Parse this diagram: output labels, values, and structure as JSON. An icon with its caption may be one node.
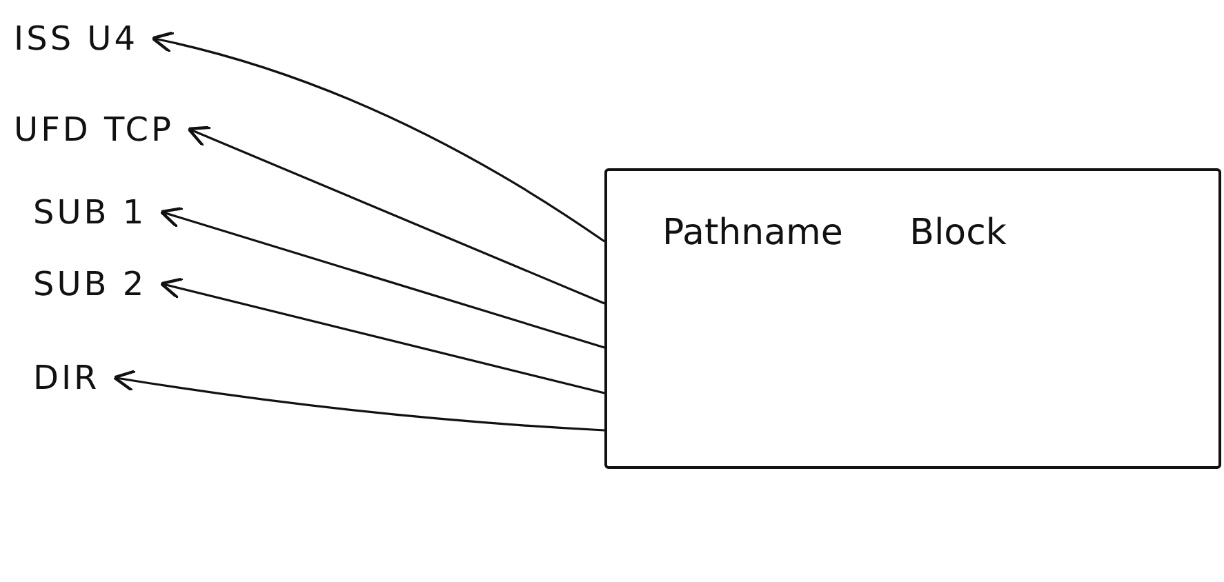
{
  "diagram": {
    "nodes": [
      {
        "text": [
          "ISS U4"
        ]
      },
      {
        "text": [
          "UFD TCP"
        ]
      },
      {
        "text": [
          "SUB 1"
        ]
      },
      {
        "text": [
          "SUB 2"
        ]
      },
      {
        "text": [
          "DIR"
        ]
      },
      {
        "text": [
          "Pathname Block"
        ]
      }
    ],
    "edges": [
      {
        "from": 5,
        "to": 0,
        "arrow": "to"
      },
      {
        "from": 5,
        "to": 1,
        "arrow": "to"
      },
      {
        "from": 5,
        "to": 2,
        "arrow": "to"
      },
      {
        "from": 5,
        "to": 3,
        "arrow": "to"
      },
      {
        "from": 5,
        "to": 4,
        "arrow": "to"
      }
    ]
  }
}
